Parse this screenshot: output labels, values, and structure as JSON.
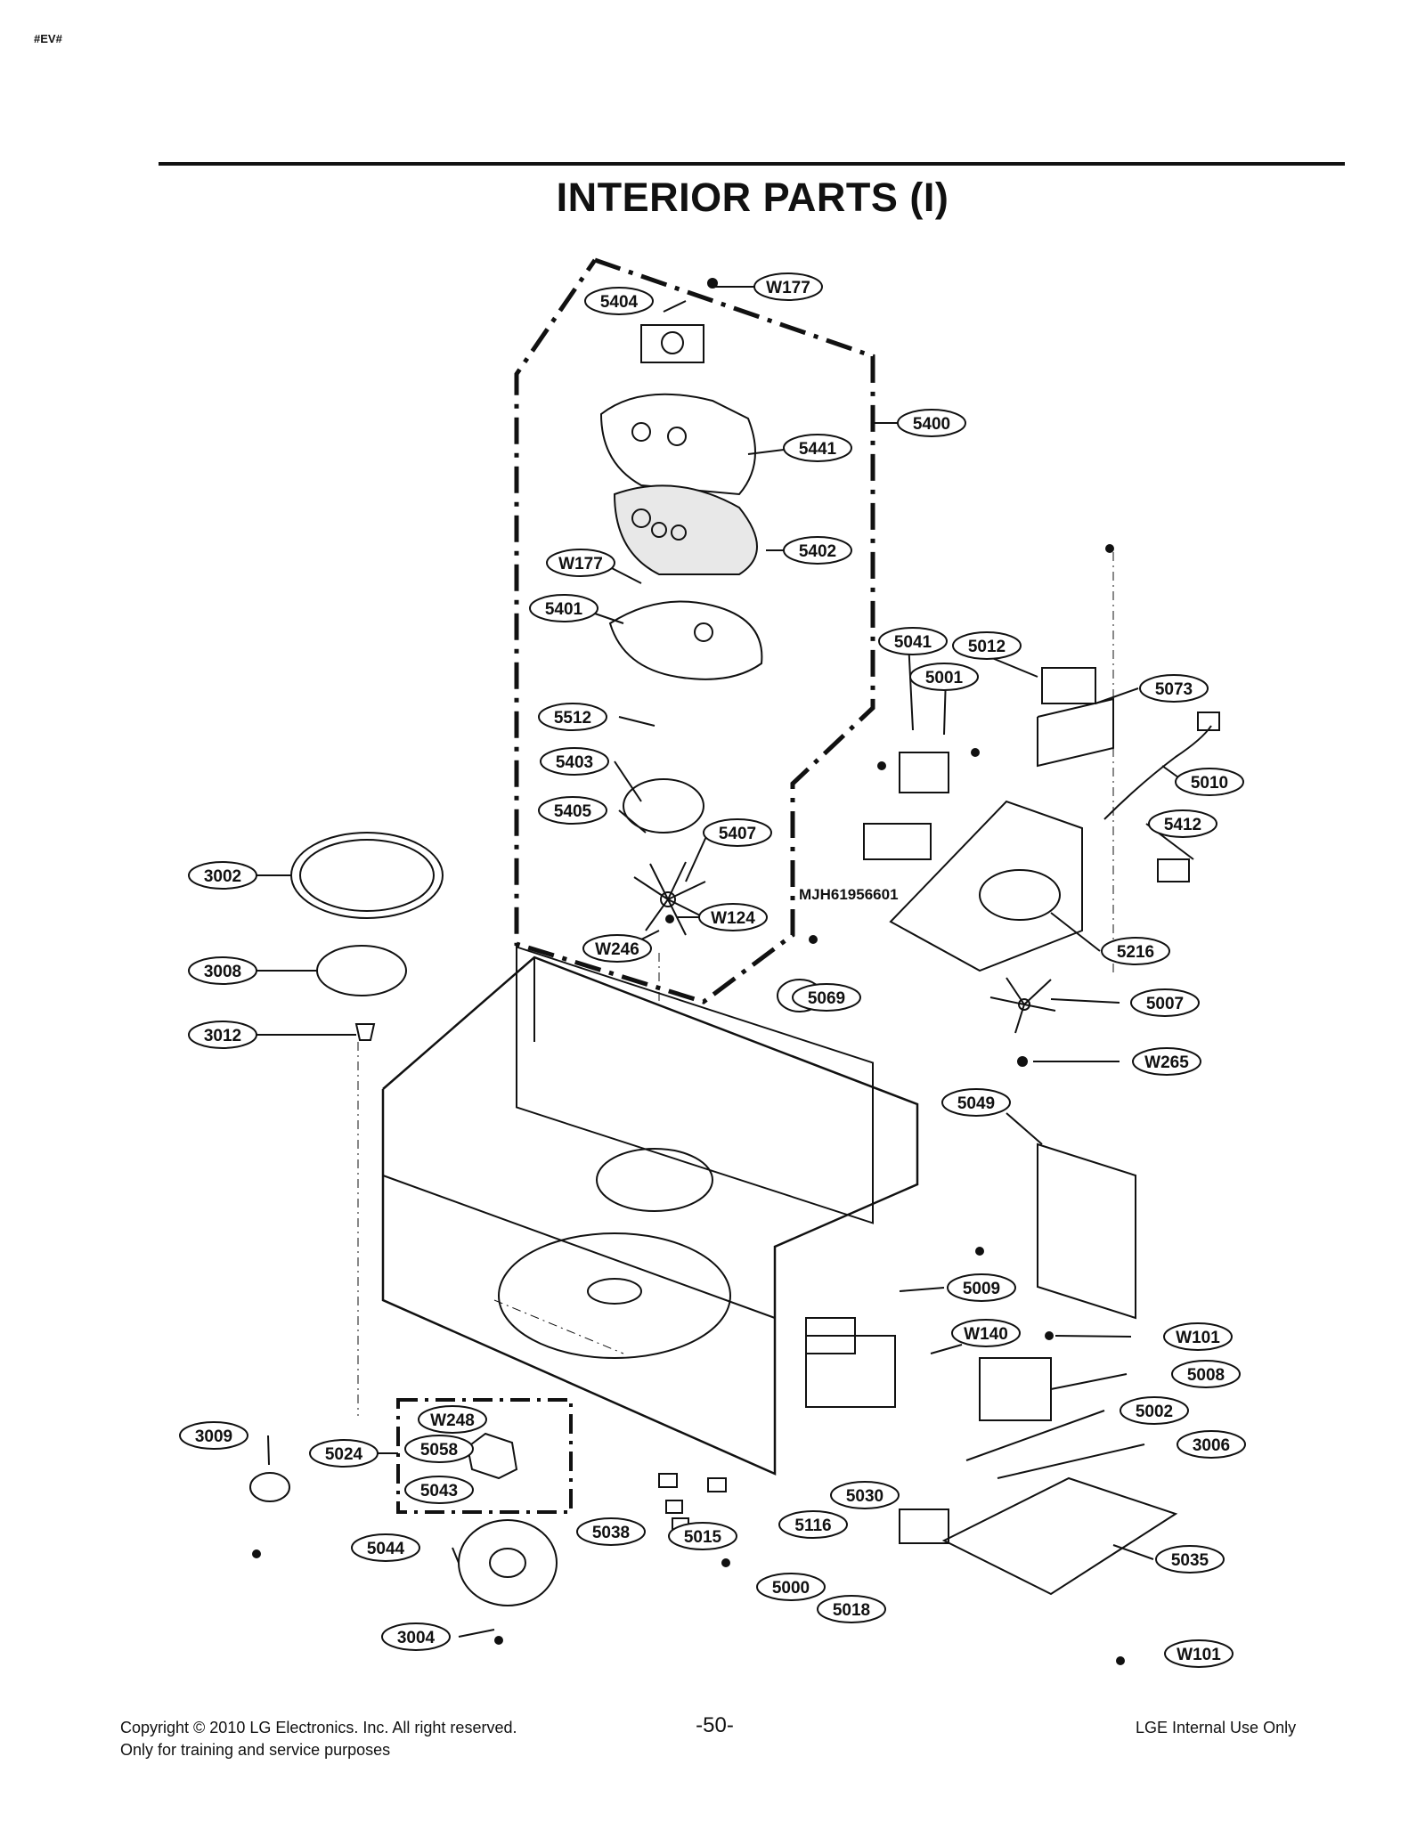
{
  "header": {
    "corner_tag": "#EV#",
    "title": "INTERIOR PARTS (I)"
  },
  "diagram": {
    "reference_label": "MJH61956601",
    "callouts": [
      "W177",
      "5404",
      "5400",
      "5441",
      "5402",
      "W177",
      "5401",
      "5512",
      "5403",
      "5405",
      "5407",
      "W124",
      "W246",
      "3002",
      "3008",
      "3012",
      "5041",
      "5012",
      "5001",
      "5073",
      "5010",
      "5412",
      "5216",
      "5069",
      "5007",
      "W265",
      "5049",
      "5009",
      "W140",
      "W101",
      "5008",
      "5002",
      "3006",
      "3009",
      "5024",
      "W248",
      "5058",
      "5043",
      "5044",
      "3004",
      "5038",
      "5015",
      "5116",
      "5030",
      "5000",
      "5018",
      "5035",
      "W101"
    ]
  },
  "footer": {
    "copyright": "Copyright © 2010 LG Electronics. Inc. All right reserved.",
    "note": "Only for training and service purposes",
    "page_number": "-50-",
    "internal": "LGE Internal Use Only"
  }
}
